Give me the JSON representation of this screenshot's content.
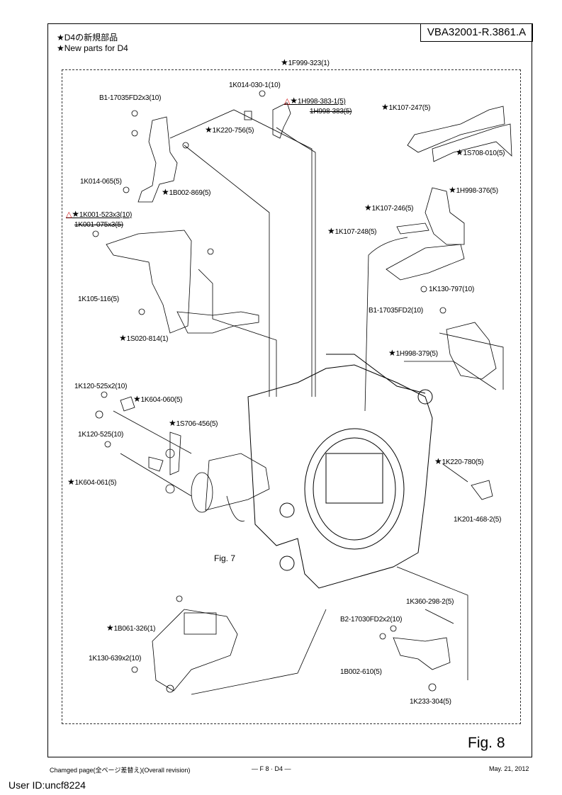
{
  "header": {
    "line_jp": "D4の新規部品",
    "line_en": "New parts for D4",
    "doc_code": "VBA32001-R.3861.A"
  },
  "icons": {
    "star": "★",
    "warning": "△"
  },
  "assembly": "1F999-323(1)",
  "labels": {
    "l1": "1K014-030-1(10)",
    "l2": "B1-17035FD2x3(10)",
    "l3": "1H998-383-1(5)",
    "l3_old": "1H998-383(5)",
    "l4": "1K107-247(5)",
    "l5": "1K220-756(5)",
    "l6": "1S708-010(5)",
    "l7": "1K014-065(5)",
    "l8": "1B002-869(5)",
    "l9": "1H998-376(5)",
    "l10": "1K001-523x3(10)",
    "l10_old": "1K001-075x3(5)",
    "l11": "1K107-246(5)",
    "l12": "1K107-248(5)",
    "l13": "1K130-797(10)",
    "l14": "1K105-116(5)",
    "l15": "B1-17035FD2(10)",
    "l16": "1S020-814(1)",
    "l17": "1H998-379(5)",
    "l18": "1K120-525x2(10)",
    "l19": "1K604-060(5)",
    "l20": "1S706-456(5)",
    "l21": "1K120-525(10)",
    "l22": "1K220-780(5)",
    "l23": "1K604-061(5)",
    "l24": "1K201-468-2(5)",
    "l25": "1K360-298-2(5)",
    "l26": "1B061-326(1)",
    "l27": "B2-17030FD2x2(10)",
    "l28": "1K130-639x2(10)",
    "l29": "1B002-610(5)",
    "l30": "1K233-304(5)"
  },
  "fig7": "Fig. 7",
  "fig8": "Fig. 8",
  "footer": {
    "left": "Chamged page(全ページ差替え)(Overall revision)",
    "center": "— F 8 · D4 —",
    "date": "May. 21, 2012"
  },
  "user_id": "User ID:uncf8224",
  "colors": {
    "warning": "#d01010"
  }
}
